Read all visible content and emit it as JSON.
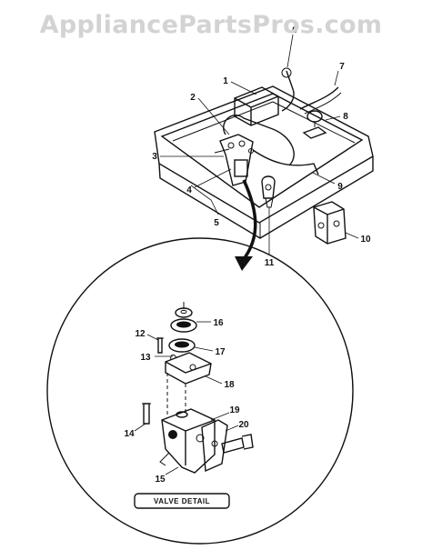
{
  "watermark": "AppliancePartsPros.com",
  "callouts": [
    "1",
    "2",
    "3",
    "4",
    "5",
    "6",
    "7",
    "8",
    "9",
    "10",
    "11",
    "12",
    "13",
    "14",
    "15",
    "16",
    "17",
    "18",
    "19",
    "20"
  ],
  "detail_label": "VALVE DETAIL"
}
